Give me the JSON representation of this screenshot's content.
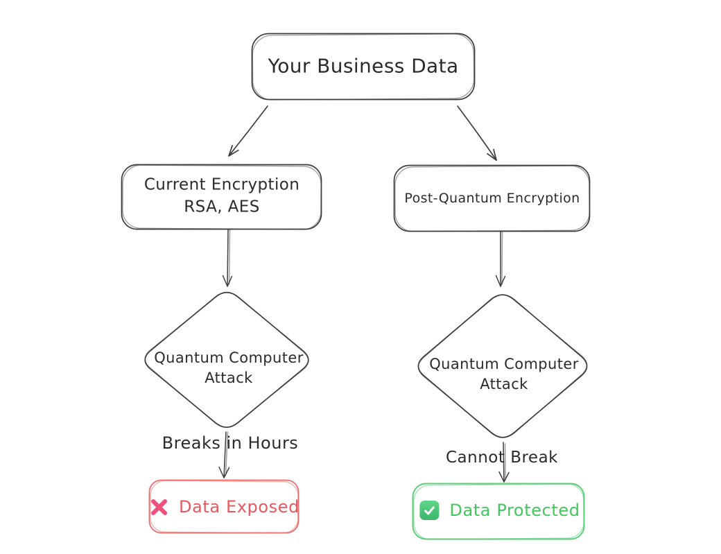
{
  "diagram": {
    "nodes": {
      "root": {
        "lines": [
          "Your Business Data"
        ]
      },
      "current_encryption": {
        "lines": [
          "Current Encryption",
          "RSA, AES"
        ]
      },
      "post_quantum": {
        "lines": [
          "Post-Quantum Encryption"
        ]
      },
      "attack_left": {
        "lines": [
          "Quantum Computer",
          "Attack"
        ]
      },
      "attack_right": {
        "lines": [
          "Quantum Computer",
          "Attack"
        ]
      },
      "data_exposed": {
        "label": "Data Exposed",
        "icon": "cross-mark-icon"
      },
      "data_protected": {
        "label": "Data Protected",
        "icon": "check-mark-icon"
      }
    },
    "edge_labels": {
      "breaks": "Breaks in Hours",
      "cannot_break": "Cannot Break"
    },
    "colors": {
      "ink": "#3d3d3d",
      "text": "#2b2b2b",
      "danger_border": "#ec6a6a",
      "danger_text": "#e8575e",
      "danger_icon": "#f0507c",
      "success_border": "#58ce76",
      "success_text": "#42c75d",
      "success_icon_top": "#60d78b",
      "success_icon_bottom": "#3cb569"
    }
  }
}
